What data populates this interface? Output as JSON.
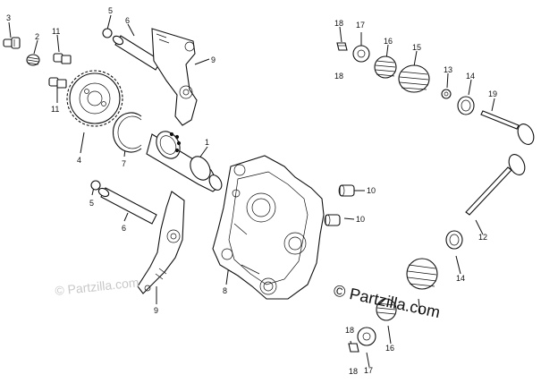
{
  "diagram": {
    "watermark_main": "© Partzilla.com",
    "watermark_faint": "© Partzilla.com",
    "callouts": [
      {
        "id": "c1",
        "text": "1"
      },
      {
        "id": "c2",
        "text": "2"
      },
      {
        "id": "c3",
        "text": "3"
      },
      {
        "id": "c4",
        "text": "4"
      },
      {
        "id": "c5a",
        "text": "5"
      },
      {
        "id": "c5b",
        "text": "5"
      },
      {
        "id": "c6a",
        "text": "6"
      },
      {
        "id": "c6b",
        "text": "6"
      },
      {
        "id": "c7",
        "text": "7"
      },
      {
        "id": "c8",
        "text": "8"
      },
      {
        "id": "c9a",
        "text": "9"
      },
      {
        "id": "c9b",
        "text": "9"
      },
      {
        "id": "c10a",
        "text": "10"
      },
      {
        "id": "c10b",
        "text": "10"
      },
      {
        "id": "c11a",
        "text": "11"
      },
      {
        "id": "c11b",
        "text": "11"
      },
      {
        "id": "c12",
        "text": "12"
      },
      {
        "id": "c13",
        "text": "13"
      },
      {
        "id": "c14a",
        "text": "14"
      },
      {
        "id": "c14b",
        "text": "14"
      },
      {
        "id": "c15",
        "text": "15"
      },
      {
        "id": "c16a",
        "text": "16"
      },
      {
        "id": "c16b",
        "text": "16"
      },
      {
        "id": "c17a",
        "text": "17"
      },
      {
        "id": "c17b",
        "text": "17"
      },
      {
        "id": "c18a",
        "text": "18"
      },
      {
        "id": "c18b",
        "text": "18"
      },
      {
        "id": "c18c",
        "text": "18"
      },
      {
        "id": "c18d",
        "text": "18"
      },
      {
        "id": "c19",
        "text": "19"
      }
    ]
  }
}
